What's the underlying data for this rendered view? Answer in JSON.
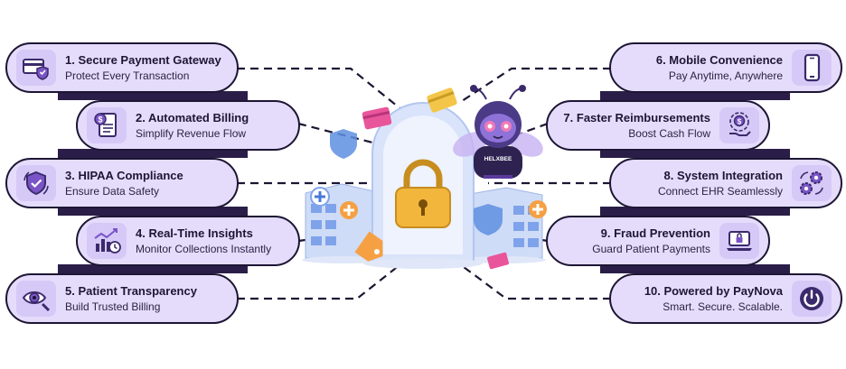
{
  "left_items": [
    {
      "number": "1.",
      "title": "1. Secure Payment Gateway",
      "subtitle": "Protect Every Transaction",
      "icon": "card-shield-icon"
    },
    {
      "number": "2.",
      "title": "2. Automated Billing",
      "subtitle": "Simplify Revenue Flow",
      "icon": "invoice-dollar-icon"
    },
    {
      "number": "3.",
      "title": "3. HIPAA Compliance",
      "subtitle": "Ensure Data Safety",
      "icon": "shield-check-icon"
    },
    {
      "number": "4.",
      "title": "4. Real-Time Insights",
      "subtitle": "Monitor Collections Instantly",
      "icon": "chart-clock-icon"
    },
    {
      "number": "5.",
      "title": "5. Patient Transparency",
      "subtitle": "Build Trusted Billing",
      "icon": "eye-magnifier-icon"
    }
  ],
  "right_items": [
    {
      "title": "6. Mobile Convenience",
      "subtitle": "Pay Anytime, Anywhere",
      "icon": "smartphone-icon"
    },
    {
      "title": "7. Faster Reimbursements",
      "subtitle": "Boost Cash Flow",
      "icon": "hand-coin-icon"
    },
    {
      "title": "8. System Integration",
      "subtitle": "Connect EHR Seamlessly",
      "icon": "gears-sync-icon"
    },
    {
      "title": "9. Fraud Prevention",
      "subtitle": "Guard Patient Payments",
      "icon": "laptop-lock-icon"
    },
    {
      "title": "10. Powered by PayNova",
      "subtitle": "Smart. Secure. Scalable.",
      "icon": "power-icon"
    }
  ],
  "mascot_label": "HELXBEE",
  "colors": {
    "card_fill": "#e5dcfb",
    "card_border": "#1d1534",
    "band": "#2a1e48",
    "accent_purple": "#5b3a9e",
    "lock_gold": "#f2b63c",
    "shield_blue": "#5e8fe0",
    "cross_orange": "#f5a043"
  }
}
